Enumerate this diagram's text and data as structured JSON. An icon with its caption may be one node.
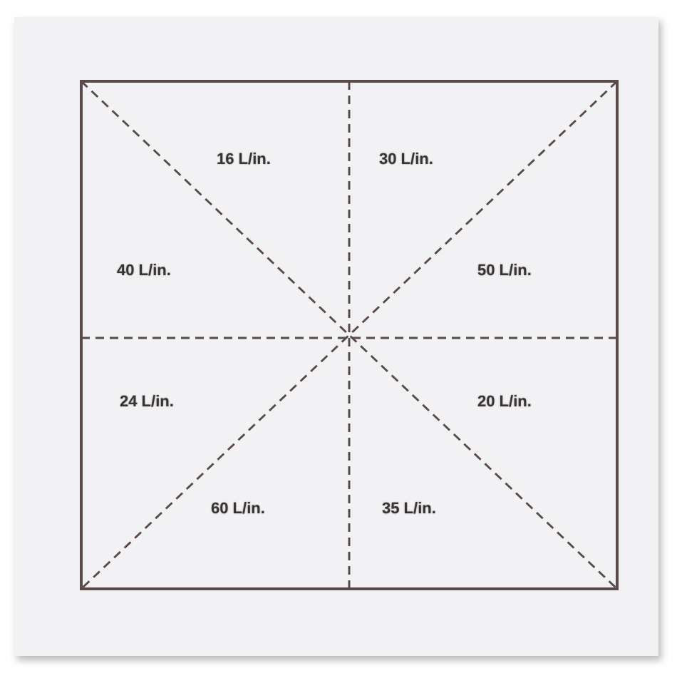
{
  "diagram": {
    "labels": [
      "16 L/in.",
      "30 L/in.",
      "40 L/in.",
      "50 L/in.",
      "24 L/in.",
      "20 L/in.",
      "60 L/in.",
      "35 L/in."
    ]
  }
}
